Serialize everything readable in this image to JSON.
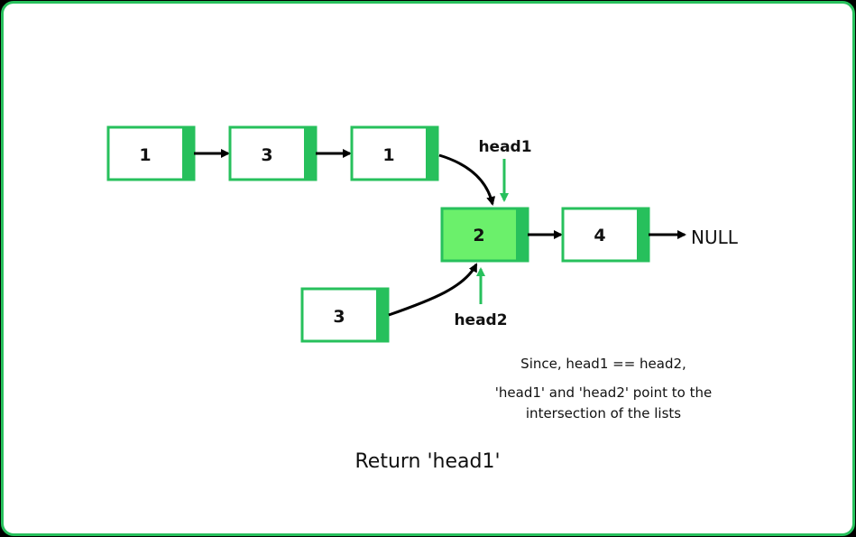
{
  "colors": {
    "accent": "#27c05c",
    "highlight_fill": "#6bf06b",
    "background": "#ffffff",
    "line": "#000000",
    "text": "#111111"
  },
  "list1": {
    "nodes": [
      {
        "value": "1"
      },
      {
        "value": "3"
      },
      {
        "value": "1"
      }
    ]
  },
  "list2": {
    "nodes": [
      {
        "value": "3"
      }
    ]
  },
  "shared": {
    "nodes": [
      {
        "value": "2",
        "highlighted": true
      },
      {
        "value": "4",
        "highlighted": false
      }
    ],
    "terminator": "NULL"
  },
  "pointers": {
    "head1": "head1",
    "head2": "head2"
  },
  "note": {
    "line1": "Since, head1 == head2,",
    "line2": "'head1' and 'head2' point to the",
    "line3": "intersection of the lists"
  },
  "result": "Return 'head1'"
}
